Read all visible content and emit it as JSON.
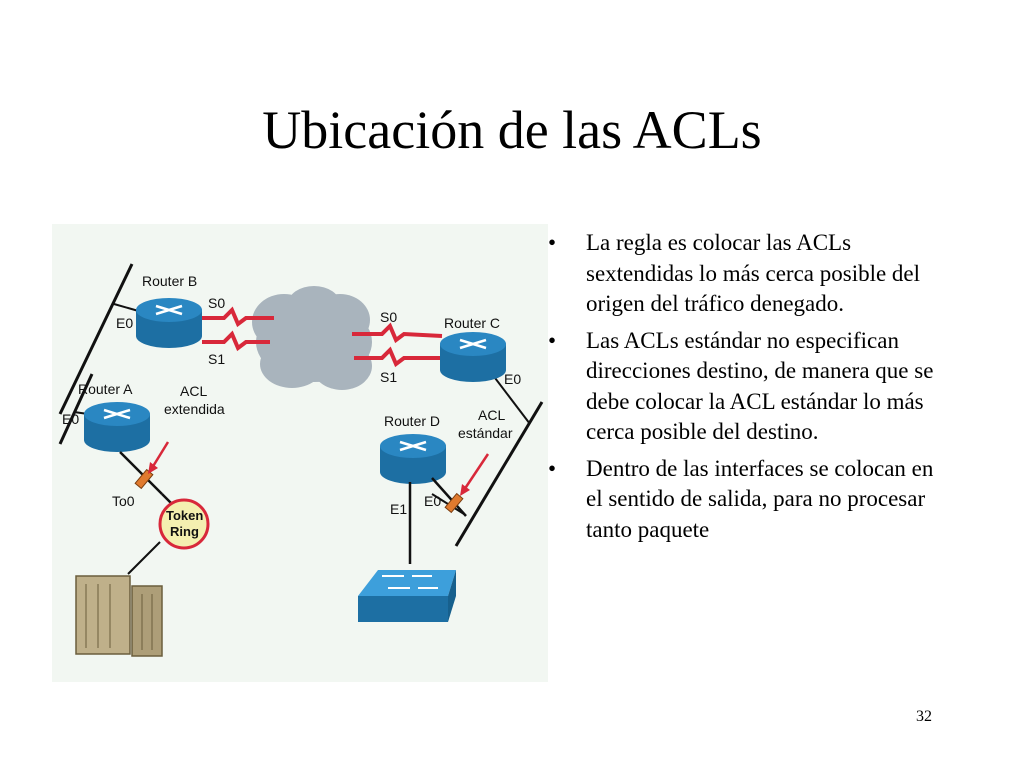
{
  "slide": {
    "title": "Ubicación de las ACLs",
    "page_number": "32"
  },
  "bullets": [
    {
      "marker": "•",
      "text": "La regla es colocar las ACLs sextendidas lo más cerca posible del origen del tráfico denegado."
    },
    {
      "marker": "•",
      "text": "Las ACLs estándar no especifican direcciones destino, de manera que se debe colocar la ACL estándar lo más cerca posible del destino."
    },
    {
      "marker": "•",
      "text": "Dentro de las interfaces se colocan en el sentido de salida, para no procesar tanto paquete"
    }
  ],
  "diagram": {
    "router_b": "Router B",
    "router_c": "Router C",
    "router_a": "Router A",
    "router_d": "Router D",
    "b_s0": "S0",
    "b_s1": "S1",
    "b_e0": "E0",
    "c_s0": "S0",
    "c_s1": "S1",
    "c_e0": "E0",
    "a_e0": "E0",
    "a_to0": "To0",
    "d_e0": "E0",
    "d_e1": "E1",
    "acl_ext_line1": "ACL",
    "acl_ext_line2": "extendida",
    "acl_std_line1": "ACL",
    "acl_std_line2": "estándar",
    "token_line1": "Token",
    "token_line2": "Ring",
    "colors": {
      "router": "#2a87c2",
      "wan_link": "#d8283a",
      "acl_marker": "#e07a2e",
      "cloud": "#a9b4bd",
      "token_ring": "#f4efb0"
    }
  }
}
